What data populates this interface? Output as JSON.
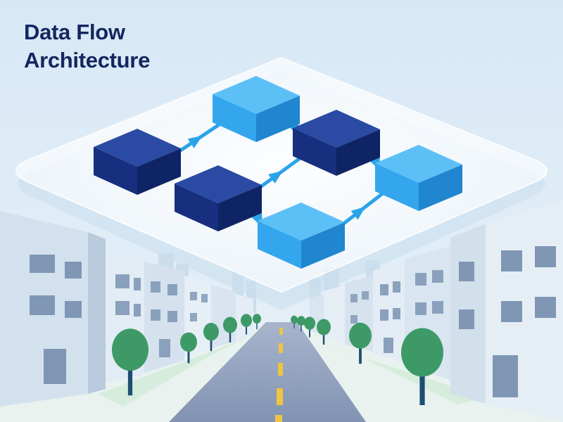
{
  "title": {
    "line1": "Data Flow",
    "line2": "Architecture"
  },
  "colors": {
    "sky": "#dcebf6",
    "platform": "#f3f8fd",
    "block_dark": "#172f7e",
    "block_light": "#34a6ee",
    "arrow": "#2ba3ea",
    "road": "#8d9dbb",
    "road_marking": "#f0c443",
    "tree": "#3d9a66",
    "trunk": "#1f4d73",
    "grass": "#dff0e4",
    "building": "#e6eff7",
    "window": "#7d95b3",
    "title": "#13265f"
  },
  "diagram": {
    "nodes": [
      {
        "id": "n1",
        "tone": "light"
      },
      {
        "id": "n2",
        "tone": "dark"
      },
      {
        "id": "n3",
        "tone": "dark"
      },
      {
        "id": "n4",
        "tone": "dark"
      },
      {
        "id": "n5",
        "tone": "light"
      },
      {
        "id": "n6",
        "tone": "light"
      }
    ],
    "edges": [
      {
        "from": "n2",
        "to": "n1"
      },
      {
        "from": "n1",
        "to": "n3"
      },
      {
        "from": "n4",
        "to": "n3"
      },
      {
        "from": "n3",
        "to": "n5"
      },
      {
        "from": "n4",
        "to": "n6"
      },
      {
        "from": "n6",
        "to": "n5"
      }
    ]
  }
}
